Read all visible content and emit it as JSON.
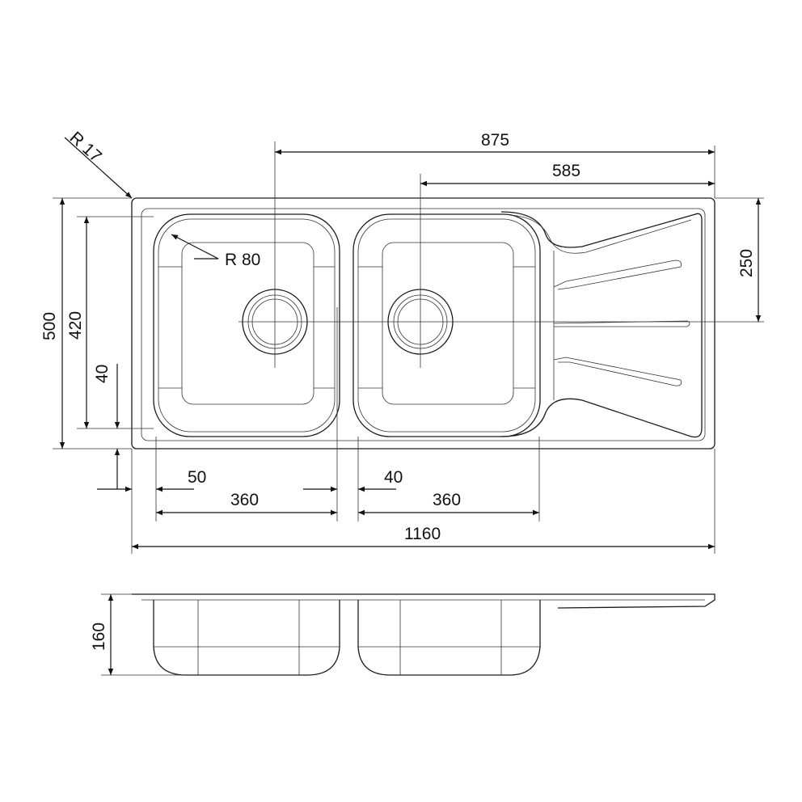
{
  "dimensions": {
    "corner_radius": "R 17",
    "bowl_radius": "R 80",
    "drain_offset_left": "875",
    "drain_offset_right": "585",
    "drain_height": "250",
    "total_depth": "500",
    "bowl_depth": "420",
    "front_margin": "40",
    "side_margin": "50",
    "bowl_gap": "40",
    "bowl_width_left": "360",
    "bowl_width_right": "360",
    "total_width": "1160",
    "bowl_height": "160"
  }
}
